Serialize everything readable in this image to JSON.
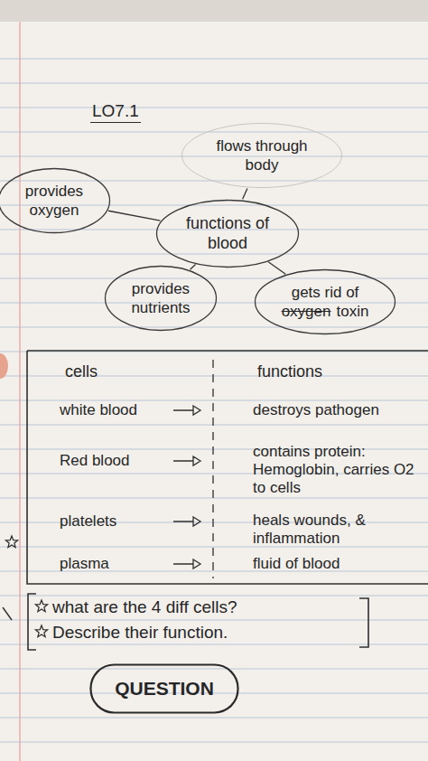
{
  "diagram": {
    "title": "LO7.1",
    "nodes": [
      {
        "text": [
          "flows through body"
        ]
      },
      {
        "text": [
          "provides oxygen"
        ]
      },
      {
        "text": [
          "functions of blood"
        ]
      },
      {
        "text": [
          "provides nutrients"
        ]
      },
      {
        "text": [
          "gets rid of",
          "oxygen",
          "toxin"
        ]
      },
      {
        "text": [
          "QUESTION"
        ]
      }
    ],
    "edges": [
      {
        "from": 2,
        "to": 0,
        "arrow": "none"
      },
      {
        "from": 2,
        "to": 1,
        "arrow": "none"
      },
      {
        "from": 2,
        "to": 3,
        "arrow": "none"
      },
      {
        "from": 2,
        "to": 4,
        "arrow": "none"
      }
    ],
    "labels": [
      "cells",
      "functions",
      "white blood",
      "destroys pathogen",
      "Red blood",
      "contains protein: Hemoglobin, carries O2 to cells",
      "platelets",
      "heals wounds, & inflammation",
      "plasma",
      "fluid of blood",
      "what are the 4 diff cells?",
      "Describe their function."
    ]
  }
}
